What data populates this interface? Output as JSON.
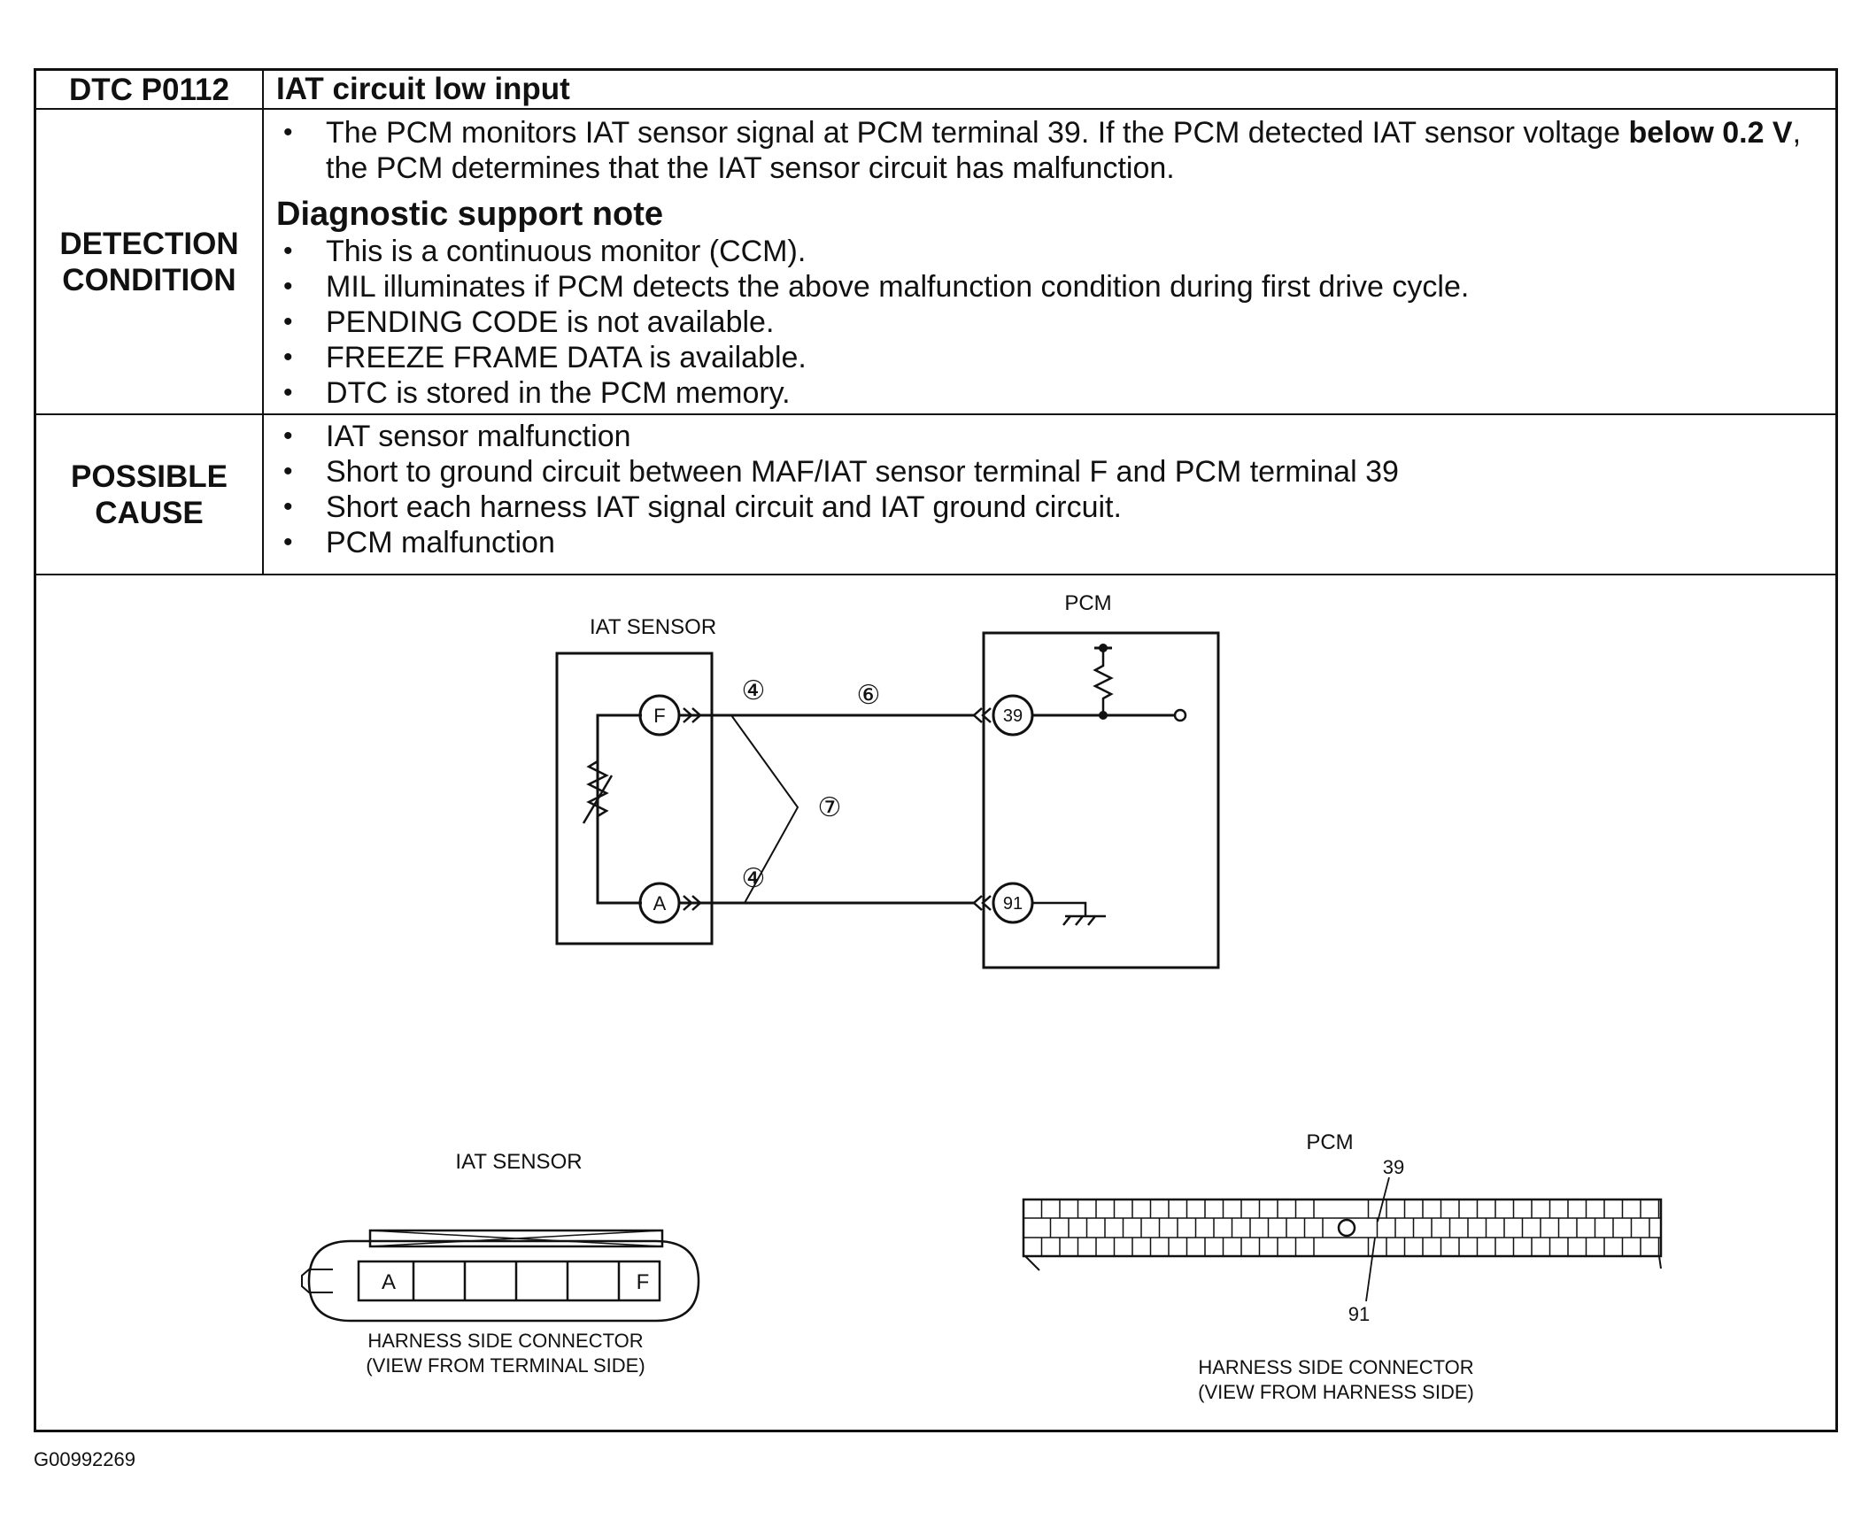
{
  "header": {
    "code": "DTC P0112",
    "title": "IAT circuit low input"
  },
  "detection": {
    "label_line1": "DETECTION",
    "label_line2": "CONDITION",
    "monitor_pre": "The PCM monitors IAT sensor signal at PCM terminal 39. If the PCM detected IAT sensor voltage ",
    "monitor_bold": "below 0.2 V",
    "monitor_post": ", the PCM determines that the IAT sensor circuit has malfunction.",
    "support_title": "Diagnostic support note",
    "support_items": [
      "This is a continuous monitor (CCM).",
      "MIL illuminates if PCM detects the above malfunction condition during first drive cycle.",
      "PENDING CODE is not available.",
      "FREEZE FRAME DATA is available.",
      "DTC is stored in the PCM memory."
    ]
  },
  "cause": {
    "label_line1": "POSSIBLE",
    "label_line2": "CAUSE",
    "items": [
      "IAT sensor malfunction",
      "Short to ground circuit between MAF/IAT sensor terminal F and PCM terminal 39",
      "Short each harness IAT signal circuit and IAT ground circuit.",
      "PCM malfunction"
    ]
  },
  "wiring": {
    "sensor_title": "IAT SENSOR",
    "pcm_title": "PCM",
    "sensor_terminal_top": "F",
    "sensor_terminal_bottom": "A",
    "pcm_terminal_top": "39",
    "pcm_terminal_bottom": "91",
    "callout_connector_top": "④",
    "callout_connector_bottom": "④",
    "callout_signal_wire": "⑥",
    "callout_short": "⑦"
  },
  "connectors": {
    "sensor_title": "IAT SENSOR",
    "sensor_pin_left": "A",
    "sensor_pin_right": "F",
    "sensor_caption_line1": "HARNESS SIDE CONNECTOR",
    "sensor_caption_line2": "(VIEW FROM TERMINAL SIDE)",
    "pcm_title": "PCM",
    "pcm_pin_top": "39",
    "pcm_pin_bottom": "91",
    "pcm_caption_line1": "HARNESS SIDE CONNECTOR",
    "pcm_caption_line2": "(VIEW FROM HARNESS SIDE)"
  },
  "footer": {
    "document_id": "G00992269"
  }
}
